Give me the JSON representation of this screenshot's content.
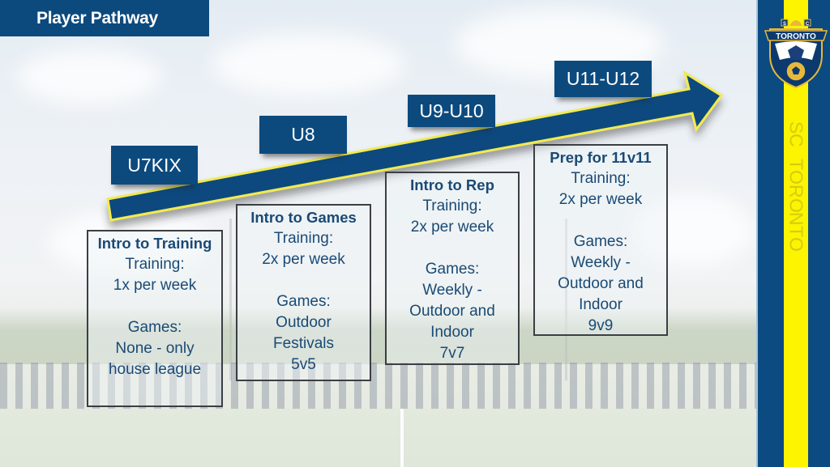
{
  "slide": {
    "title": "Player Pathway",
    "brand": {
      "crest_top_letters": [
        "S",
        "C"
      ],
      "crest_name": "TORONTO",
      "vertical_text": [
        "S",
        "C",
        "T",
        "O",
        "R",
        "O",
        "N",
        "T",
        "O"
      ],
      "colors": {
        "blue": "#0b4b82",
        "yellow": "#fcf400",
        "stripe_text": "#d4cc10"
      }
    },
    "colors": {
      "label_bg": "#0c4a7e",
      "text": "#1a4a75",
      "arrow_fill": "#0c4a7e",
      "arrow_outline": "#f2ea50"
    }
  },
  "stages": [
    {
      "age": "U7KIX",
      "heading": "Intro to Training",
      "training_label": "Training:",
      "training_value": "1x per week",
      "games_label": "Games:",
      "games_lines": [
        "None - only",
        "house league"
      ]
    },
    {
      "age": "U8",
      "heading": "Intro to Games",
      "training_label": "Training:",
      "training_value": "2x per week",
      "games_label": "Games:",
      "games_lines": [
        "Outdoor",
        "Festivals",
        "5v5"
      ]
    },
    {
      "age": "U9-U10",
      "heading": "Intro to Rep",
      "training_label": "Training:",
      "training_value": "2x per week",
      "games_label": "Games:",
      "games_lines": [
        "Weekly -",
        "Outdoor and",
        "Indoor",
        "7v7"
      ]
    },
    {
      "age": "U11-U12",
      "heading": "Prep for 11v11",
      "training_label": "Training:",
      "training_value": "2x per week",
      "games_label": "Games:",
      "games_lines": [
        "Weekly -",
        "Outdoor and",
        "Indoor",
        "9v9"
      ]
    }
  ]
}
